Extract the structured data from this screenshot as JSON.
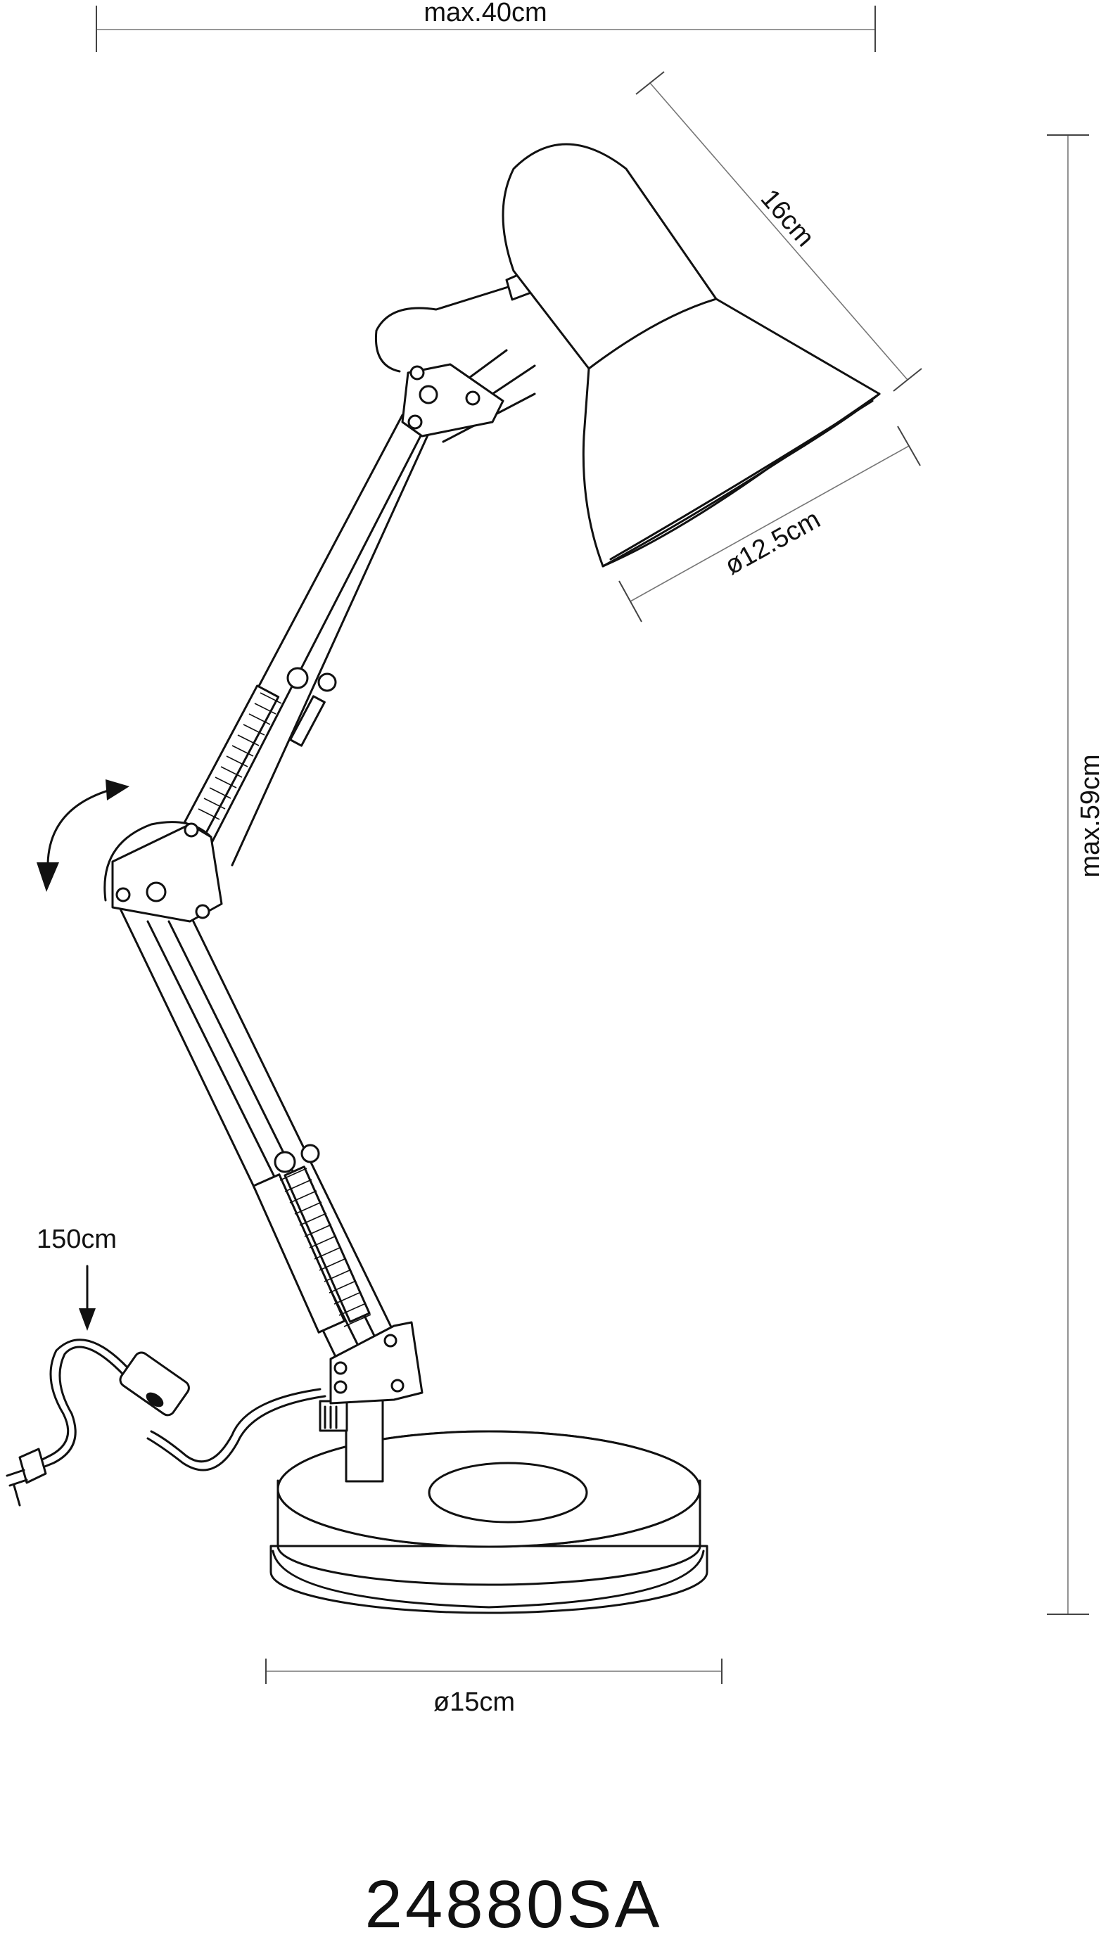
{
  "dimensions": {
    "width_label": "max.40cm",
    "shade_length_label": "16cm",
    "shade_diameter_label": "ø12.5cm",
    "height_label": "max.59cm",
    "cable_label": "150cm",
    "base_diameter_label": "ø15cm"
  },
  "model_number": "24880SA",
  "colors": {
    "line": "#111111",
    "dimension": "#777777",
    "background": "#ffffff"
  }
}
